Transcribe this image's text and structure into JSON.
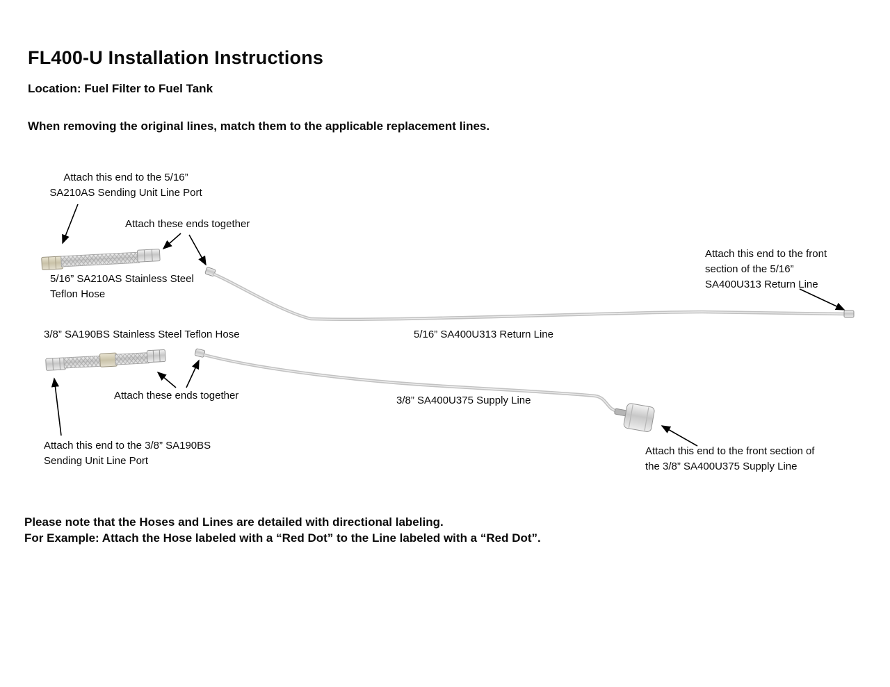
{
  "title": "FL400-U Installation Instructions",
  "location_line": "Location: Fuel Filter to Fuel Tank",
  "instruction_line": "When removing the original lines, match them to the applicable replacement lines.",
  "annotations": {
    "attach_sending_unit_516": "Attach this end to the 5/16”\nSA210AS Sending Unit Line Port",
    "attach_ends_together_top": "Attach these ends together",
    "hose_516_label": "5/16” SA210AS Stainless Steel\nTeflon Hose",
    "attach_front_return": "Attach this end to the front\nsection of the 5/16”\nSA400U313 Return Line",
    "return_line_label": "5/16” SA400U313 Return Line",
    "hose_38_label": "3/8” SA190BS Stainless Steel Teflon Hose",
    "attach_ends_together_bottom": "Attach these ends together",
    "supply_line_label": "3/8” SA400U375 Supply Line",
    "attach_sending_unit_38": "Attach this end to the 3/8” SA190BS\nSending Unit Line Port",
    "attach_front_supply": "Attach this end to the front section of\nthe 3/8” SA400U375 Supply Line"
  },
  "footer_note": "Please note that the Hoses and Lines are detailed with directional labeling.\nFor Example: Attach the Hose labeled with a “Red Dot” to the Line labeled with a “Red Dot”.",
  "parts": [
    "hose-516-sa210as-stainless-teflon-hose",
    "hose-38-sa190bs-stainless-teflon-hose",
    "return-line-516-sa400u313",
    "supply-line-38-sa400u375",
    "fuel-filter-canister"
  ],
  "colors": {
    "line_gray": "#c6c6c6",
    "fitting_brass": "#d6d0bd",
    "text": "#000000"
  }
}
